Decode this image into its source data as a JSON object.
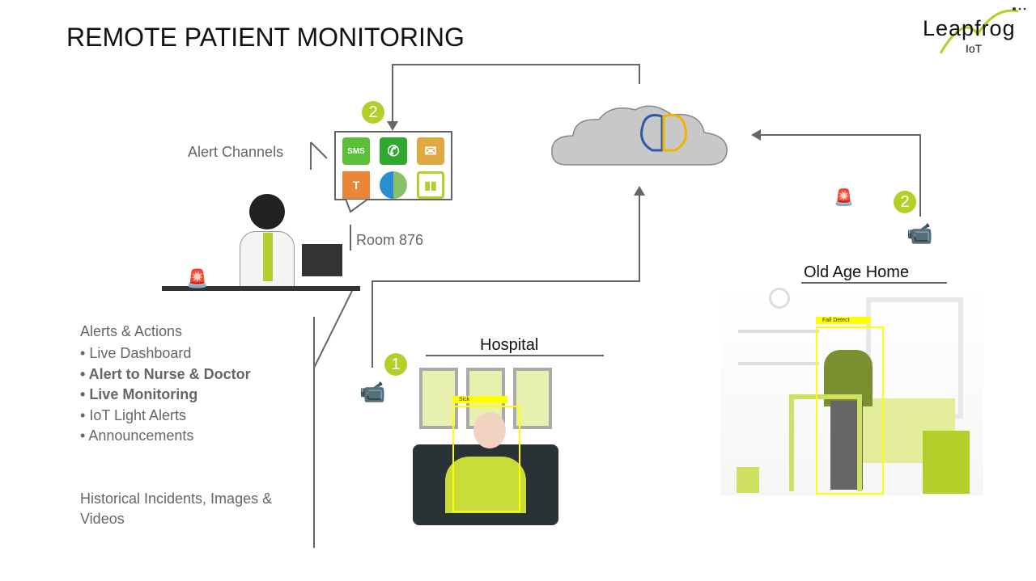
{
  "title": "REMOTE PATIENT MONITORING",
  "logo": {
    "text": "Leapfrog",
    "sub": "IoT"
  },
  "alert_channels": {
    "label": "Alert Channels",
    "icons": [
      "sms-icon",
      "whatsapp-icon",
      "email-icon",
      "teams-icon",
      "circle-app-icon",
      "dashboard-monitor-icon"
    ],
    "sms": "SMS",
    "badge": "2"
  },
  "room": "Room 876",
  "alerts": {
    "heading": "Alerts & Actions",
    "items": [
      {
        "text": "Live Dashboard",
        "bold": false
      },
      {
        "text": "Alert to Nurse & Doctor",
        "bold": true
      },
      {
        "text": "Live Monitoring",
        "bold": true
      },
      {
        "text": "IoT Light Alerts",
        "bold": false
      },
      {
        "text": "Announcements",
        "bold": false
      }
    ]
  },
  "history": "Historical Incidents, Images & Videos",
  "hospital": {
    "label": "Hospital",
    "badge": "1",
    "detection": "Sick"
  },
  "old_age_home": {
    "label": "Old Age Home",
    "badge": "2",
    "detection": "Fall Detect"
  },
  "colors": {
    "accent": "#b5cf2a",
    "alarm": "#e00000",
    "detection": "#ffff00",
    "arrow": "#666666"
  }
}
